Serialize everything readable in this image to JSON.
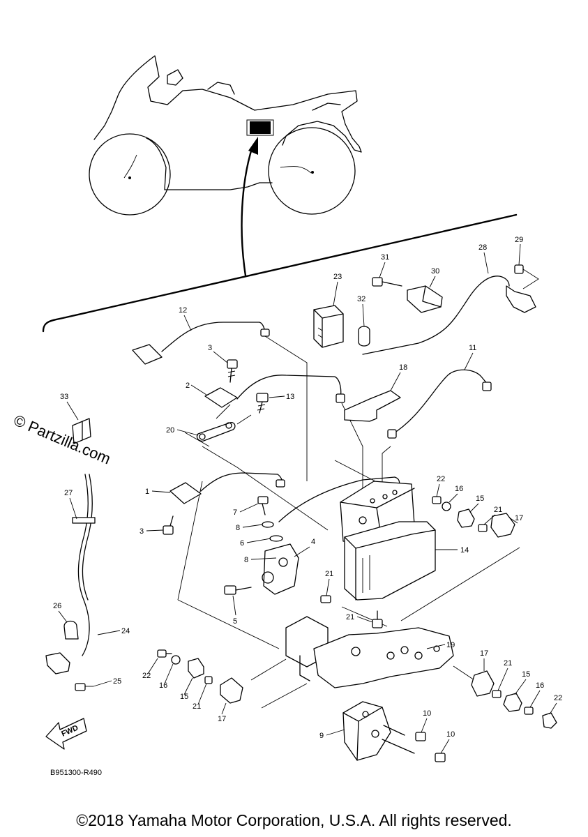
{
  "diagram": {
    "diagram_code": "B951300-R490",
    "watermark": "© Partzilla.com",
    "fwd_label": "FWD",
    "callouts": [
      "1",
      "2",
      "3",
      "3",
      "4",
      "5",
      "6",
      "7",
      "8",
      "8",
      "9",
      "10",
      "10",
      "11",
      "12",
      "13",
      "14",
      "15",
      "15",
      "15",
      "16",
      "16",
      "16",
      "17",
      "17",
      "17",
      "18",
      "19",
      "20",
      "21",
      "21",
      "21",
      "21",
      "21",
      "22",
      "22",
      "22",
      "23",
      "24",
      "25",
      "26",
      "27",
      "28",
      "29",
      "30",
      "31",
      "32",
      "33"
    ]
  },
  "footer": {
    "copyright": "©2018 Yamaha Motor Corporation, U.S.A. All rights reserved."
  }
}
